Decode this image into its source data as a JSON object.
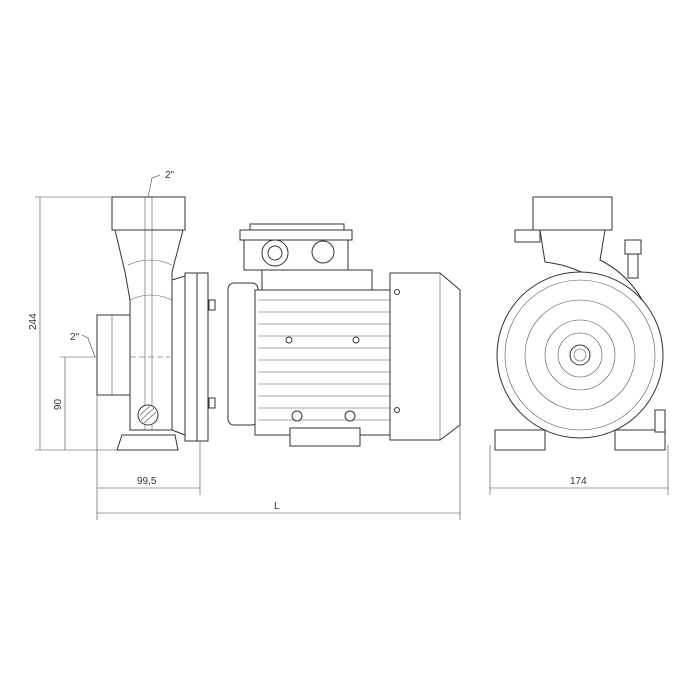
{
  "title": "Pump dimension drawing",
  "dimensions": {
    "outlet_size": "2\"",
    "inlet_size": "2\"",
    "height": "244",
    "axis_height": "90",
    "inlet_to_flange": "99,5",
    "length": "L",
    "width": "174"
  },
  "colors": {
    "line": "#333333",
    "background": "#ffffff"
  }
}
